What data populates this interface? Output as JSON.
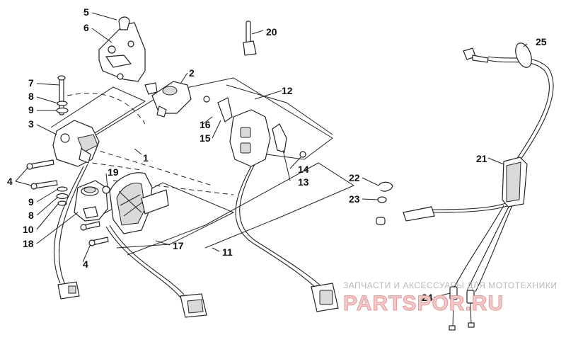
{
  "callouts": {
    "c1": "1",
    "c2": "2",
    "c3": "3",
    "c4a": "4",
    "c4b": "4",
    "c5": "5",
    "c6": "6",
    "c7": "7",
    "c8a": "8",
    "c8b": "8",
    "c9a": "9",
    "c9b": "9",
    "c10": "10",
    "c11": "11",
    "c12": "12",
    "c13": "13",
    "c14": "14",
    "c15": "15",
    "c16": "16",
    "c17": "17",
    "c18": "18",
    "c19": "19",
    "c20": "20",
    "c21": "21",
    "c22": "22",
    "c23": "23",
    "c24": "24",
    "c25": "25"
  },
  "watermark": {
    "caption": "ЗАПЧАСТИ И АКСЕССУАРЫ ДЛЯ МОТОТЕХНИКИ",
    "logo": "PARTSPOR.RU"
  }
}
